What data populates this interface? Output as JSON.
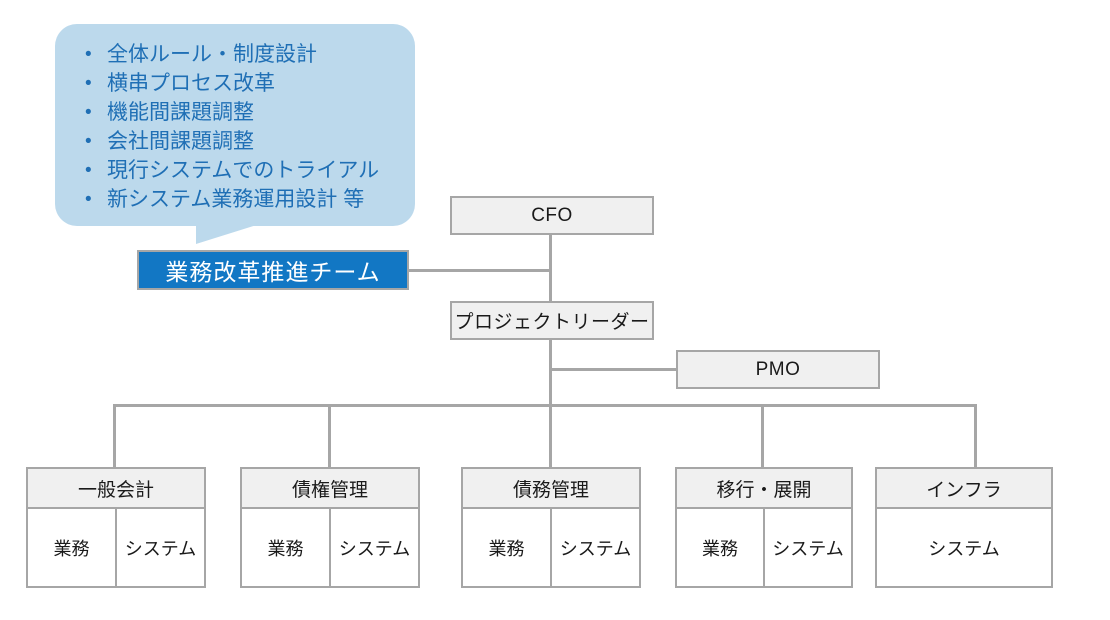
{
  "callout": {
    "bullets": [
      "全体ルール・制度設計",
      "横串プロセス改革",
      "機能間課題調整",
      "会社間課題調整",
      "現行システムでのトライアル",
      "新システム業務運用設計 等"
    ],
    "fill_color": "#bcd9ec",
    "text_color": "#1f6fb5"
  },
  "nodes": {
    "cfo": "CFO",
    "project_leader": "プロジェクトリーダー",
    "pmo": "PMO",
    "team": "業務改革推進チーム"
  },
  "colors": {
    "box_fill": "#f0f0f0",
    "box_border": "#a6a6a6",
    "line": "#a6a6a6",
    "team_fill": "#1277c4",
    "team_text": "#ffffff",
    "cell_fill": "#ffffff",
    "text": "#1a1a1a"
  },
  "departments": [
    {
      "title": "一般会計",
      "cells": [
        "業務",
        "システム"
      ]
    },
    {
      "title": "債権管理",
      "cells": [
        "業務",
        "システム"
      ]
    },
    {
      "title": "債務管理",
      "cells": [
        "業務",
        "システム"
      ]
    },
    {
      "title": "移行・展開",
      "cells": [
        "業務",
        "システム"
      ]
    },
    {
      "title": "インフラ",
      "cells": [
        "システム"
      ]
    }
  ]
}
